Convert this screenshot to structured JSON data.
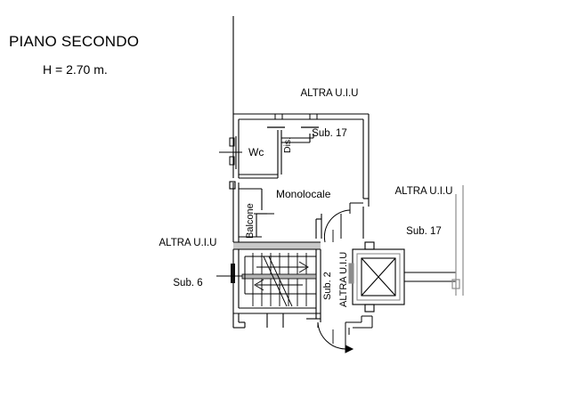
{
  "document": {
    "title": "PIANO SECONDO",
    "height_note": "H = 2.70 m.",
    "type": "architectural-floor-plan"
  },
  "labels": {
    "top_unit": {
      "line1": "ALTRA U.I.U",
      "line2": "Sub. 17"
    },
    "right_unit": {
      "line1": "ALTRA U.I.U",
      "line2": "Sub. 17"
    },
    "left_unit": {
      "line1": "ALTRA U.I.U",
      "line2": "Sub. 6"
    },
    "stair_unit": {
      "line1": "ALTRA U.I.U",
      "line2": "Sub. 2"
    },
    "room_wc": "Wc",
    "room_dis": "Dis.",
    "room_monolocale": "Monolocale",
    "room_balcone": "Balcone"
  },
  "colors": {
    "line": "#000000",
    "wall_fill": "#c8c8c8",
    "background": "#ffffff",
    "door_mark": "#111111"
  }
}
